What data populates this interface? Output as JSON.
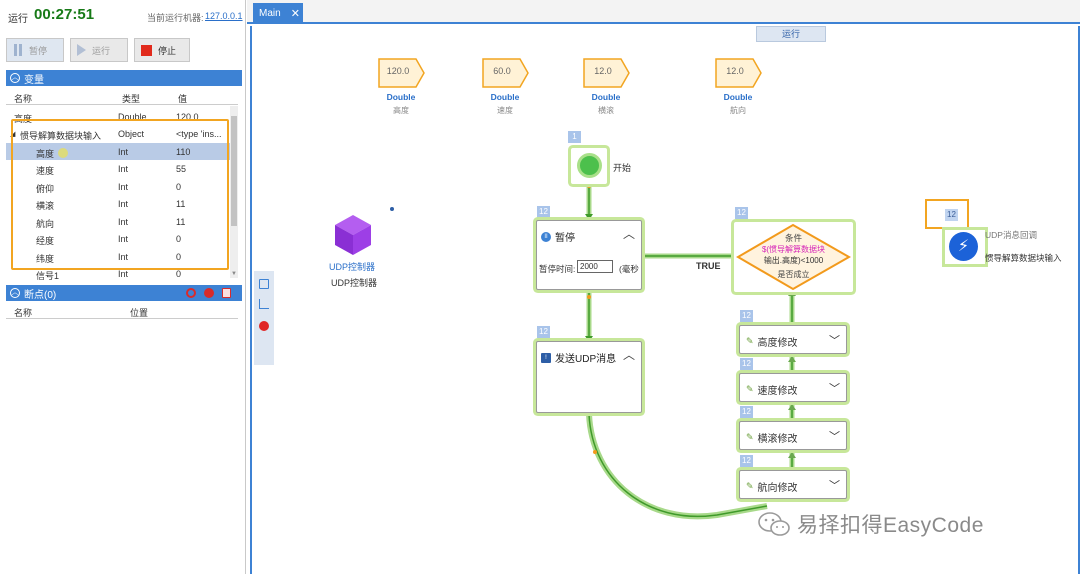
{
  "header": {
    "run_label": "运行",
    "timer": "00:27:51",
    "machine_label": "当前运行机器:",
    "machine_ip": "127.0.0.1"
  },
  "toolbar": {
    "pause_label": "暂停",
    "play_label": "运行",
    "stop_label": "停止"
  },
  "variables": {
    "section_title": "变量",
    "columns": [
      "名称",
      "类型",
      "值"
    ],
    "rows": [
      {
        "name": "高度",
        "type": "Double",
        "value": "120.0"
      },
      {
        "name": "惯导解算数据块输入",
        "type": "Object",
        "value": "<type 'ins..."
      },
      {
        "name": "高度",
        "type": "Int",
        "value": "110"
      },
      {
        "name": "速度",
        "type": "Int",
        "value": "55"
      },
      {
        "name": "俯仰",
        "type": "Int",
        "value": "0"
      },
      {
        "name": "横滚",
        "type": "Int",
        "value": "11"
      },
      {
        "name": "航向",
        "type": "Int",
        "value": "11"
      },
      {
        "name": "经度",
        "type": "Int",
        "value": "0"
      },
      {
        "name": "纬度",
        "type": "Int",
        "value": "0"
      },
      {
        "name": "信号1",
        "type": "Int",
        "value": "0"
      }
    ]
  },
  "breakpoints": {
    "section_title": "断点(0)",
    "columns": [
      "名称",
      "位置"
    ]
  },
  "editor": {
    "tab_label": "Main",
    "tab_close": "✕",
    "run_indicator": "运行"
  },
  "vars_top": [
    {
      "value": "120.0",
      "type": "Double",
      "name": "高度"
    },
    {
      "value": "60.0",
      "type": "Double",
      "name": "速度"
    },
    {
      "value": "12.0",
      "type": "Double",
      "name": "横滚"
    },
    {
      "value": "12.0",
      "type": "Double",
      "name": "航向"
    }
  ],
  "nodes": {
    "start_num": "1",
    "start_label": "开始",
    "udp_ctrl_label": "UDP控制器",
    "udp_ctrl_name": "UDP控制器",
    "pause_num": "12",
    "pause_title": "暂停",
    "pause_field_label": "暂停时间:",
    "pause_field_value": "2000",
    "pause_unit": "(毫秒",
    "send_num": "12",
    "send_title": "发送UDP消息",
    "cond_num": "12",
    "cond_title": "条件",
    "cond_expr": "$(惯导解算数据块",
    "cond_expr2": "输出.高度)<1000",
    "cond_sub": "是否成立",
    "true_label": "TRUE",
    "mods": [
      {
        "num": "12",
        "label": "高度修改"
      },
      {
        "num": "12",
        "label": "速度修改"
      },
      {
        "num": "12",
        "label": "横滚修改"
      },
      {
        "num": "12",
        "label": "航向修改"
      }
    ],
    "udp_cb_num": "12",
    "udp_cb_title": "UDP消息回调",
    "udp_cb_sub": "惯导解算数据块输入"
  },
  "watermark": "易择扣得EasyCode",
  "colors": {
    "accent": "#3d82d4",
    "highlight": "#f2a521",
    "wire": "#5cb836",
    "timer": "#177a17"
  }
}
